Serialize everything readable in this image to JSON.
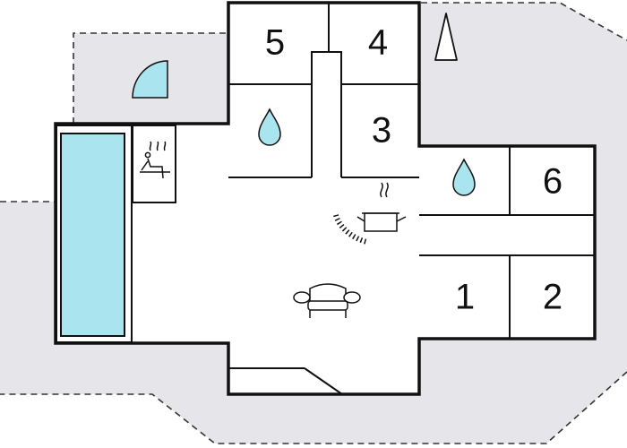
{
  "colors": {
    "wall": "#111111",
    "outdoor": "#e6e6ea",
    "pool": "#a9e4ef",
    "water": "#a9e4ef",
    "background": "#ffffff"
  },
  "rooms": [
    {
      "id": "room-5",
      "label": "5"
    },
    {
      "id": "room-4",
      "label": "4"
    },
    {
      "id": "room-3",
      "label": "3"
    },
    {
      "id": "room-6",
      "label": "6"
    },
    {
      "id": "room-1",
      "label": "1"
    },
    {
      "id": "room-2",
      "label": "2"
    }
  ],
  "icons": [
    "north-arrow-icon",
    "door-icon",
    "sauna-icon",
    "water-drop-icon",
    "kitchen-pot-icon",
    "sofa-icon",
    "pool-icon"
  ]
}
